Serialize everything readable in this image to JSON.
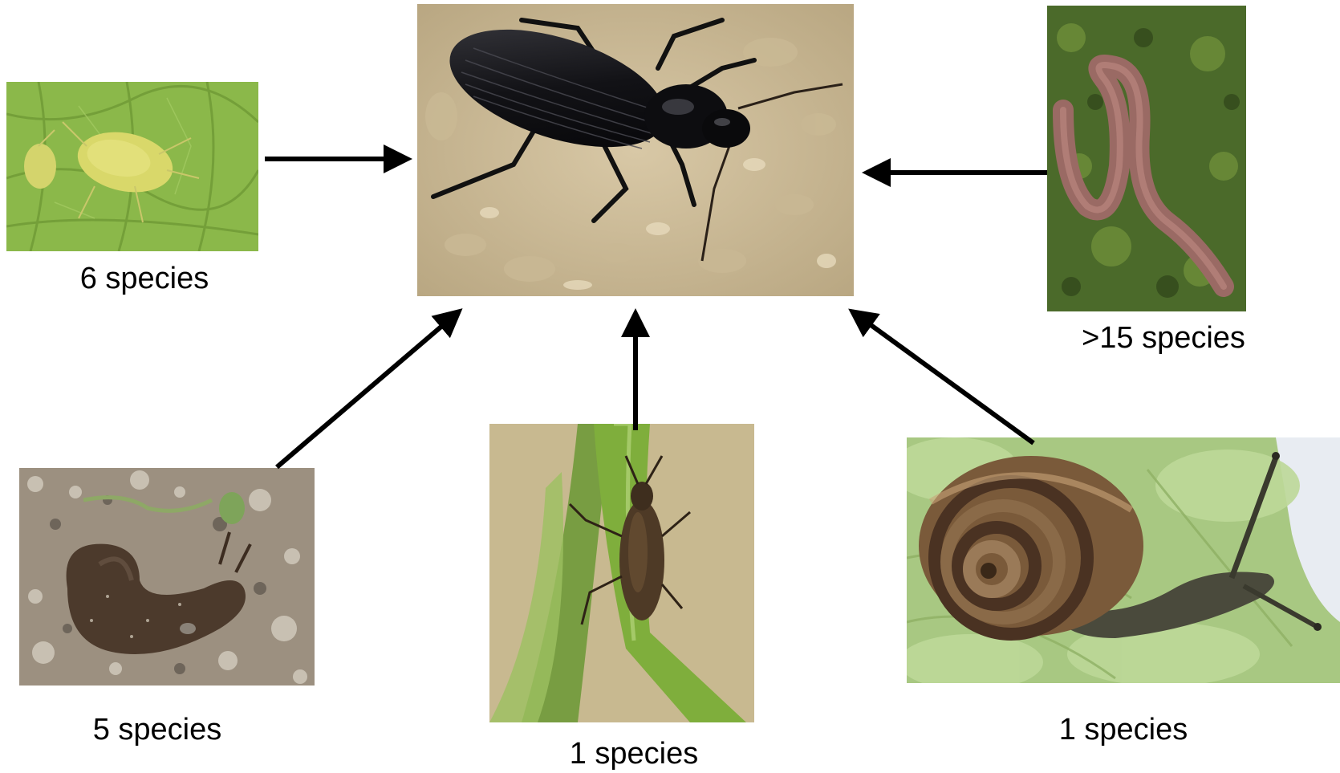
{
  "center": {
    "subject": "ground-beetle"
  },
  "prey": [
    {
      "id": "aphid",
      "label": "6 species"
    },
    {
      "id": "earthworm",
      "label": ">15 species"
    },
    {
      "id": "slug",
      "label": "5 species"
    },
    {
      "id": "weevil",
      "label": "1 species"
    },
    {
      "id": "snail",
      "label": "1 species"
    }
  ],
  "colors": {
    "arrow": "#000000",
    "label": "#000000"
  }
}
